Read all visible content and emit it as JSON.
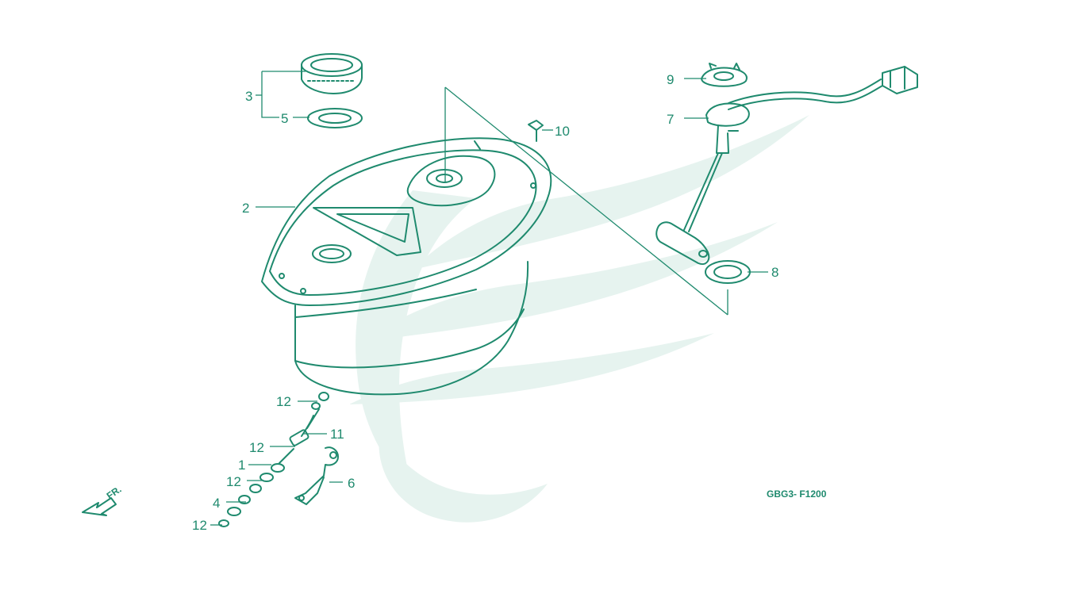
{
  "diagram": {
    "code": "GBG3- F1200",
    "front_label": "FR.",
    "callouts": {
      "c1": "1",
      "c2": "2",
      "c3": "3",
      "c4": "4",
      "c5": "5",
      "c6": "6",
      "c7": "7",
      "c8": "8",
      "c9": "9",
      "c10": "10",
      "c11": "11",
      "c12a": "12",
      "c12b": "12",
      "c12c": "12",
      "c12d": "12"
    },
    "colors": {
      "ink": "#1f8a6e",
      "watermark": "#e6f3ef",
      "background": "#ffffff"
    }
  }
}
